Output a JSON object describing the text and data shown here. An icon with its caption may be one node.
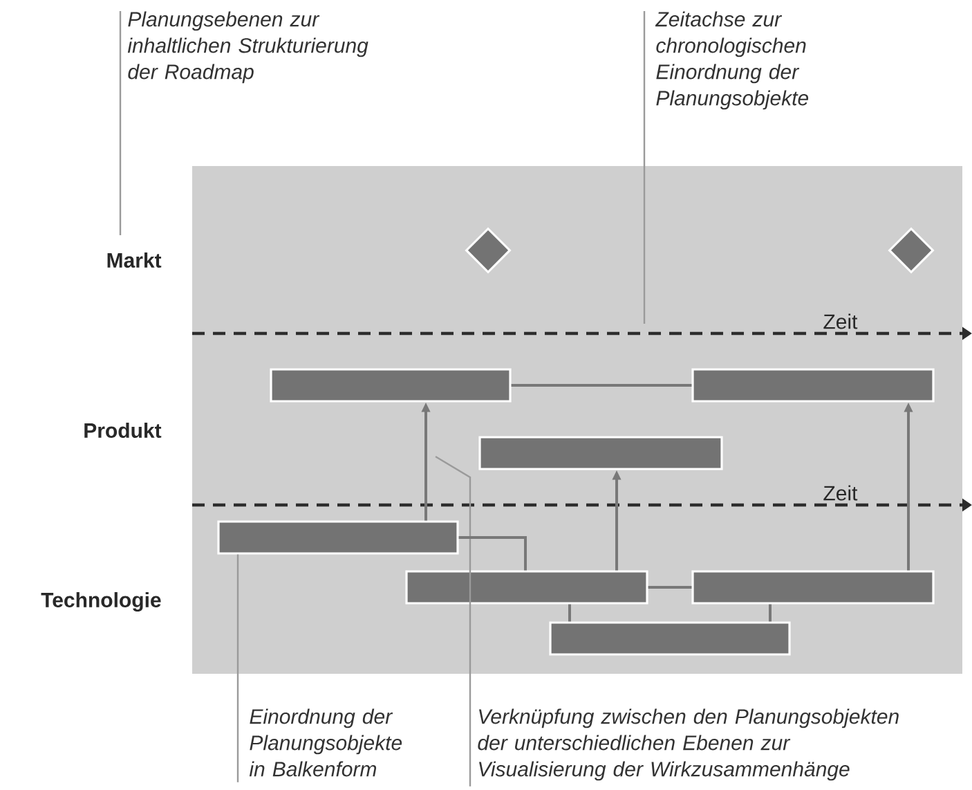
{
  "diagram": {
    "nodes": [
      {
        "text": [
          "Planungsebenen zur inhaltlichen Strukturierung der Roadmap"
        ]
      },
      {
        "text": [
          "Zeitachse zur chronologischen Einordnung der Planungsobjekte"
        ]
      },
      {
        "text": [
          "Einordnung der Planungsobjekte in Balkenform"
        ]
      },
      {
        "text": [
          "Verknüpfung zwischen den Planungsobjekten der unterschiedlichen Ebenen zur Visualisierung der Wirkzusammenhänge"
        ]
      },
      {
        "text": [],
        "shape": "diamond"
      },
      {
        "text": [],
        "shape": "diamond"
      },
      {
        "text": [],
        "shape": "bar"
      },
      {
        "text": [],
        "shape": "bar"
      },
      {
        "text": [],
        "shape": "bar"
      },
      {
        "text": [],
        "shape": "bar"
      },
      {
        "text": [],
        "shape": "bar"
      },
      {
        "text": [],
        "shape": "bar"
      },
      {
        "text": [],
        "shape": "bar"
      }
    ],
    "edges": [
      {
        "from": 0,
        "to": null,
        "arrow": "none",
        "color": "#9a9a9a"
      },
      {
        "from": 1,
        "to": null,
        "arrow": "none",
        "color": "#9a9a9a"
      },
      {
        "from": 2,
        "to": 9,
        "arrow": "none",
        "color": "#9a9a9a"
      },
      {
        "from": 3,
        "to": null,
        "arrow": "none",
        "color": "#9a9a9a"
      },
      {
        "from": 6,
        "to": 7,
        "arrow": "none"
      },
      {
        "from": 9,
        "to": 6,
        "arrow": "to"
      },
      {
        "from": 9,
        "to": 10,
        "arrow": "none"
      },
      {
        "from": 10,
        "to": 8,
        "arrow": "to"
      },
      {
        "from": 10,
        "to": 11,
        "arrow": "none"
      },
      {
        "from": 11,
        "to": 7,
        "arrow": "to"
      },
      {
        "from": 10,
        "to": 12,
        "arrow": "none"
      },
      {
        "from": 11,
        "to": 12,
        "arrow": "none"
      }
    ],
    "labels": [
      "Markt",
      "Zeit",
      "Produkt",
      "Zeit",
      "Technologie"
    ]
  }
}
